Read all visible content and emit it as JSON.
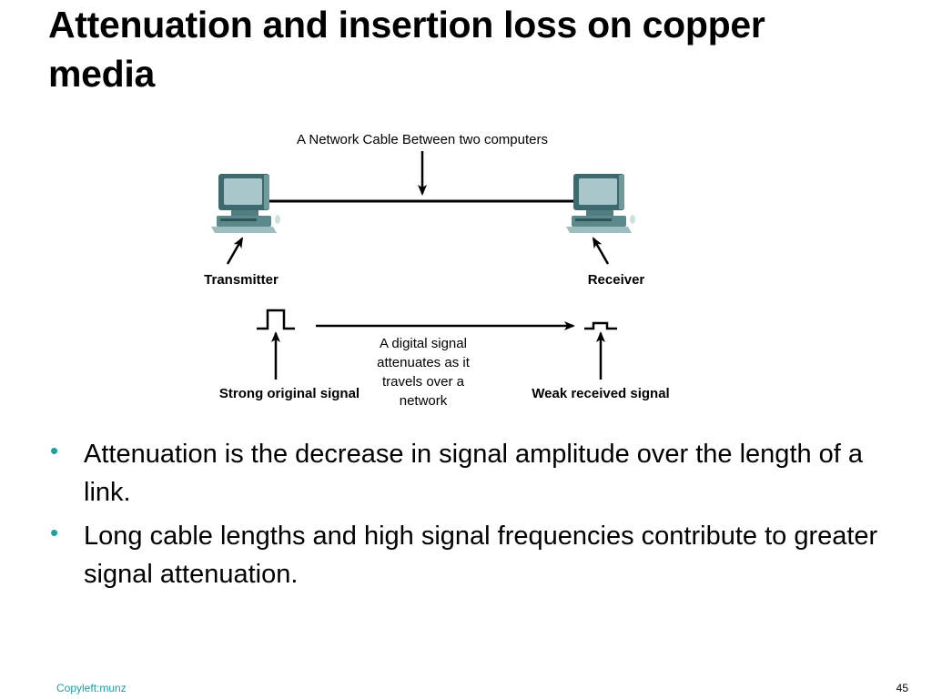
{
  "title": {
    "line1": "Attenuation and insertion loss on copper",
    "line2": "media"
  },
  "diagram": {
    "cable_label": "A Network Cable Between two computers",
    "transmitter_label": "Transmitter",
    "receiver_label": "Receiver",
    "signal_caption": [
      "A digital signal",
      "attenuates as it",
      "travels over a",
      "network"
    ],
    "strong_signal_label": "Strong original signal",
    "weak_signal_label": "Weak received signal"
  },
  "bullets": [
    {
      "text": "Attenuation is the decrease in signal amplitude over the length of a link."
    },
    {
      "text": "Long cable lengths and high signal frequencies contribute to greater signal attenuation."
    }
  ],
  "footer": {
    "copyleft": "Copyleft:munz",
    "page_number": "45"
  },
  "colors": {
    "accent": "#1aa0a0",
    "monitor_screen": "#a9c7ca",
    "monitor_body": "#3c6a6e"
  }
}
